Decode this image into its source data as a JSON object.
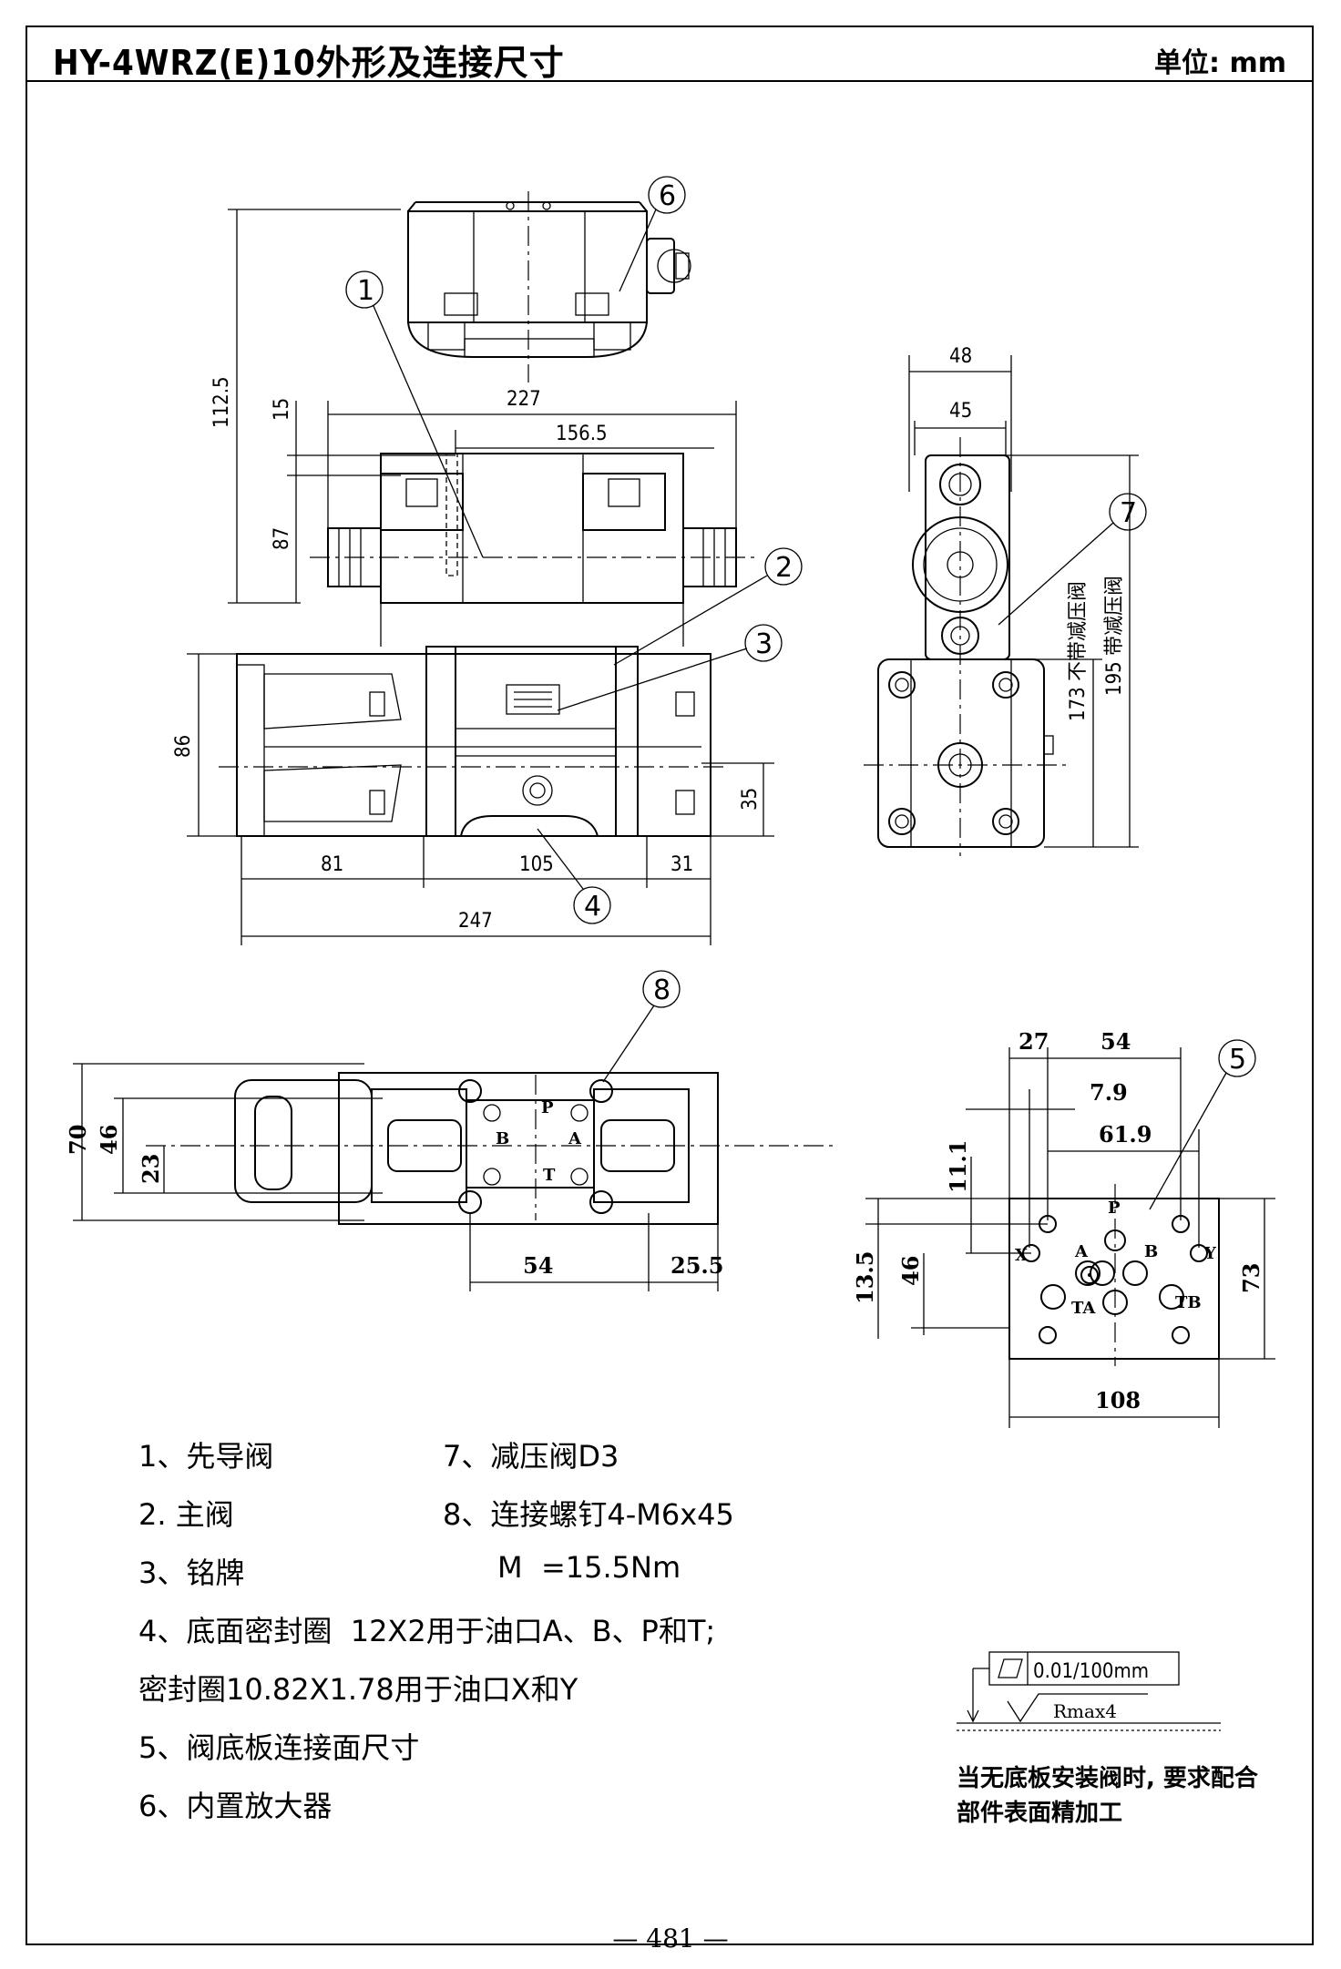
{
  "header": {
    "title": "HY-4WRZ(E)10外形及连接尺寸",
    "unit": "单位: mm"
  },
  "dimensions": {
    "front": {
      "d112_5": "112.5",
      "d15": "15",
      "d87": "87",
      "d227": "227",
      "d156_5": "156.5",
      "d86": "86",
      "d35": "35",
      "d81": "81",
      "d105": "105",
      "d31": "31",
      "d247": "247"
    },
    "side": {
      "d48": "48",
      "d45": "45",
      "d173": "173  不带减压阀",
      "d195": "195  带减压阀"
    },
    "top": {
      "d70": "70",
      "d46": "46",
      "d23": "23",
      "d54": "54",
      "d25_5": "25.5"
    },
    "interface": {
      "d27": "27",
      "d54": "54",
      "d7_9": "7.9",
      "d61_9": "61.9",
      "d11_1": "11.1",
      "d13_5": "13.5",
      "d46": "46",
      "d73": "73",
      "d108": "108"
    }
  },
  "ports": {
    "P": "P",
    "A": "A",
    "B": "B",
    "X": "X",
    "Y": "Y",
    "TA": "TA",
    "TB": "TB",
    "T": "T"
  },
  "callouts": [
    "1",
    "2",
    "3",
    "4",
    "5",
    "6",
    "7",
    "8"
  ],
  "legend": {
    "item1": "1、先导阀",
    "item2": "2. 主阀",
    "item3": "3、铭牌",
    "item4": "4、底面密封圈  12X2用于油口A、B、P和T;",
    "item4b": "密封圈10.82X1.78用于油口X和Y",
    "item5": "5、阀底板连接面尺寸",
    "item6": "6、内置放大器",
    "item7": "7、减压阀D3",
    "item8": "8、连接螺钉4-M6x45",
    "torque": "M  =15.5Nm"
  },
  "surface": {
    "flatness": "0.01/100mm",
    "roughness": "Rmax4",
    "note_line1": "当无底板安装阀时, 要求配合",
    "note_line2": "部件表面精加工"
  },
  "page_number": "—  481  —"
}
